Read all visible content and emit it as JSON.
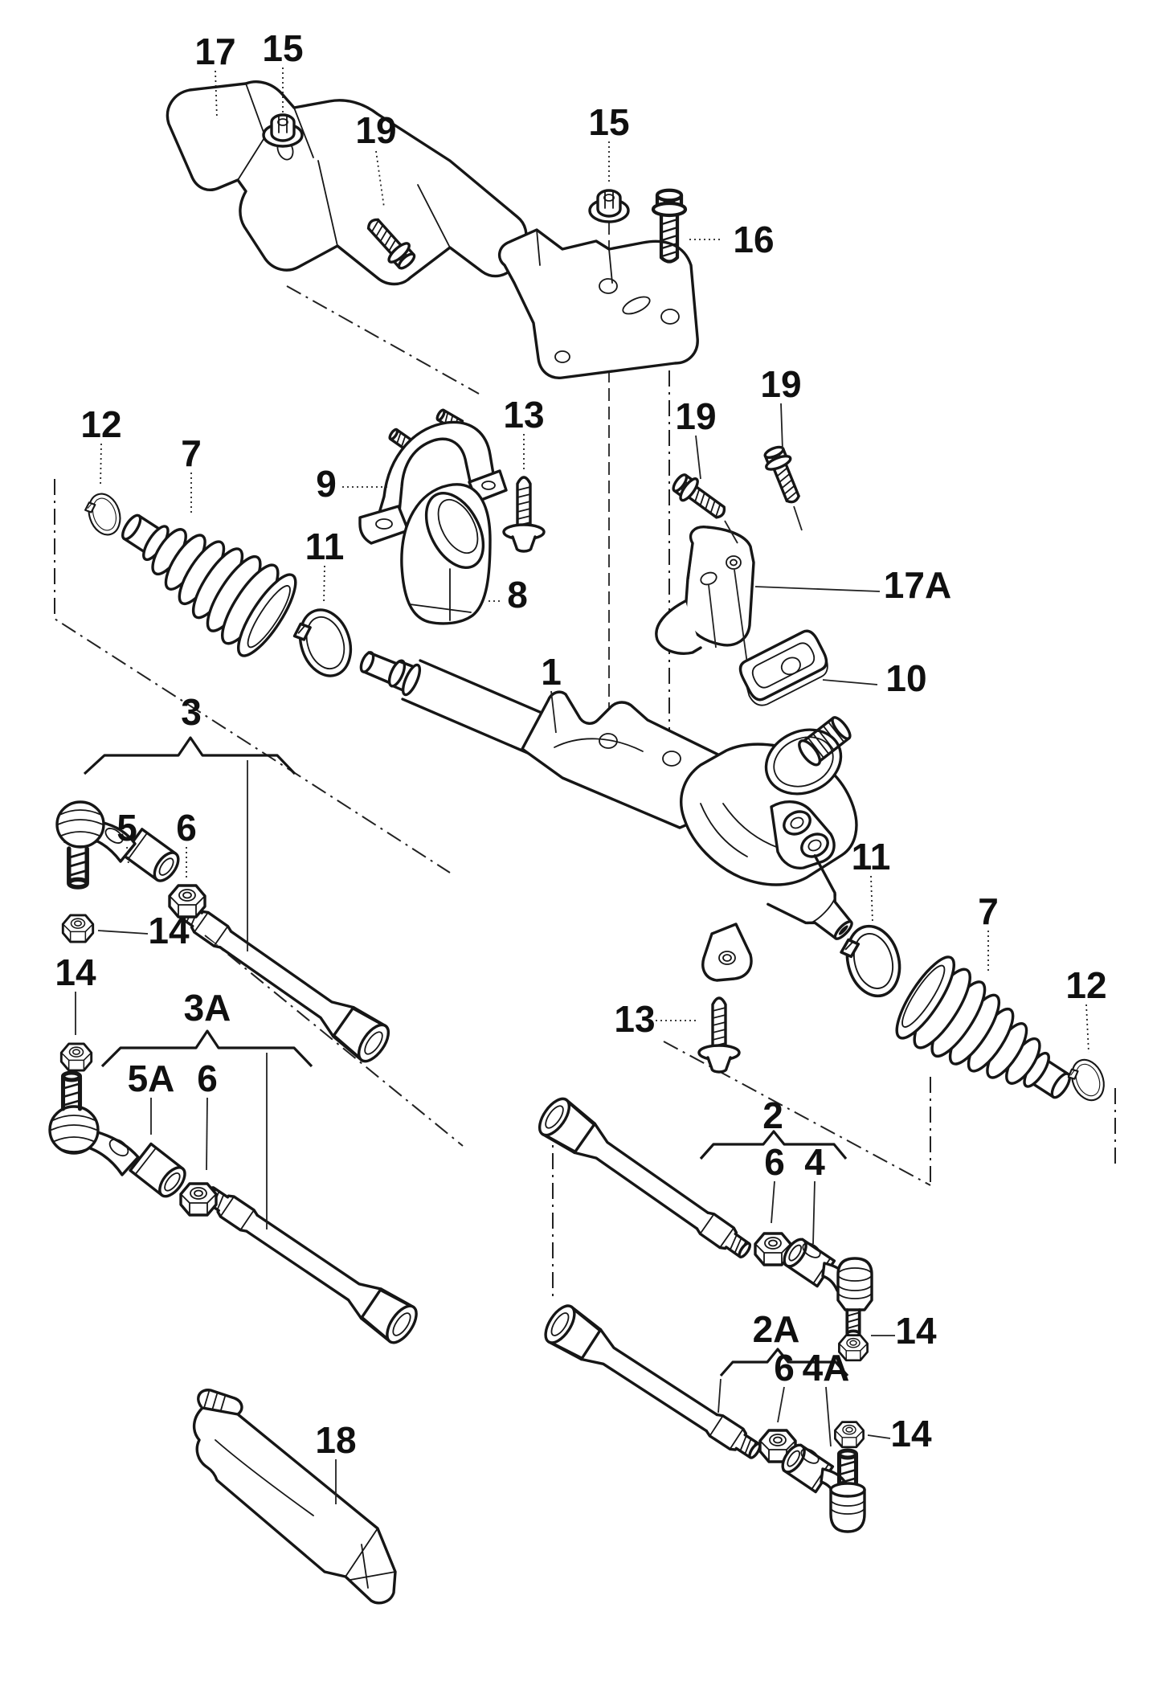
{
  "figure": {
    "kind": "exploded-parts-diagram",
    "background_color": "#ffffff",
    "line_color": "#161616"
  },
  "callouts": [
    {
      "id": "17",
      "text": "17"
    },
    {
      "id": "15-a",
      "text": "15"
    },
    {
      "id": "19-a",
      "text": "19"
    },
    {
      "id": "15-b",
      "text": "15"
    },
    {
      "id": "16",
      "text": "16"
    },
    {
      "id": "12-a",
      "text": "12"
    },
    {
      "id": "7-a",
      "text": "7"
    },
    {
      "id": "9",
      "text": "9"
    },
    {
      "id": "13-a",
      "text": "13"
    },
    {
      "id": "11-a",
      "text": "11"
    },
    {
      "id": "8",
      "text": "8"
    },
    {
      "id": "19-b",
      "text": "19"
    },
    {
      "id": "19-c",
      "text": "19"
    },
    {
      "id": "17A",
      "text": "17A"
    },
    {
      "id": "10",
      "text": "10"
    },
    {
      "id": "1",
      "text": "1"
    },
    {
      "id": "11-b",
      "text": "11"
    },
    {
      "id": "7-b",
      "text": "7"
    },
    {
      "id": "12-b",
      "text": "12"
    },
    {
      "id": "3",
      "text": "3"
    },
    {
      "id": "5",
      "text": "5"
    },
    {
      "id": "6-a",
      "text": "6"
    },
    {
      "id": "14-a",
      "text": "14"
    },
    {
      "id": "14-b",
      "text": "14"
    },
    {
      "id": "3A",
      "text": "3A"
    },
    {
      "id": "5A",
      "text": "5A"
    },
    {
      "id": "6-b",
      "text": "6"
    },
    {
      "id": "13-b",
      "text": "13"
    },
    {
      "id": "2",
      "text": "2"
    },
    {
      "id": "6-c",
      "text": "6"
    },
    {
      "id": "4",
      "text": "4"
    },
    {
      "id": "14-c",
      "text": "14"
    },
    {
      "id": "2A",
      "text": "2A"
    },
    {
      "id": "6-d",
      "text": "6"
    },
    {
      "id": "4A",
      "text": "4A"
    },
    {
      "id": "14-d",
      "text": "14"
    },
    {
      "id": "18",
      "text": "18"
    }
  ]
}
